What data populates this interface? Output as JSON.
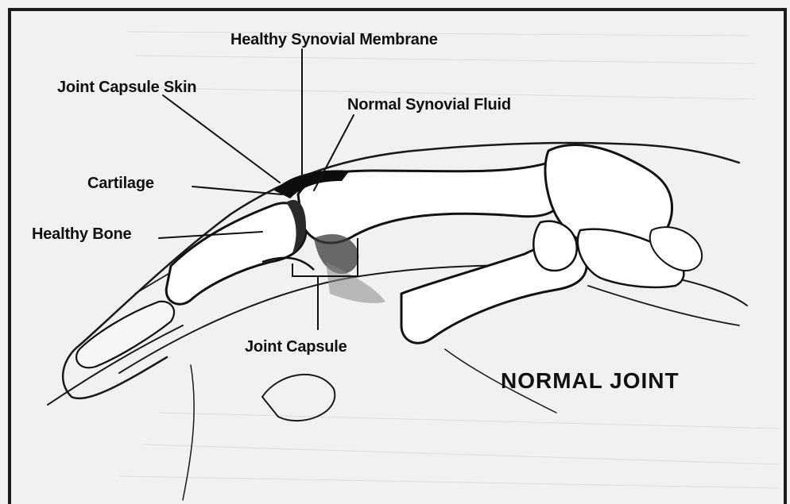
{
  "diagram": {
    "title": "NORMAL JOINT",
    "labels": {
      "healthy_synovial_membrane": "Healthy Synovial Membrane",
      "joint_capsule_skin": "Joint Capsule Skin",
      "normal_synovial_fluid": "Normal Synovial Fluid",
      "cartilage": "Cartilage",
      "healthy_bone": "Healthy Bone",
      "joint_capsule": "Joint Capsule"
    }
  }
}
